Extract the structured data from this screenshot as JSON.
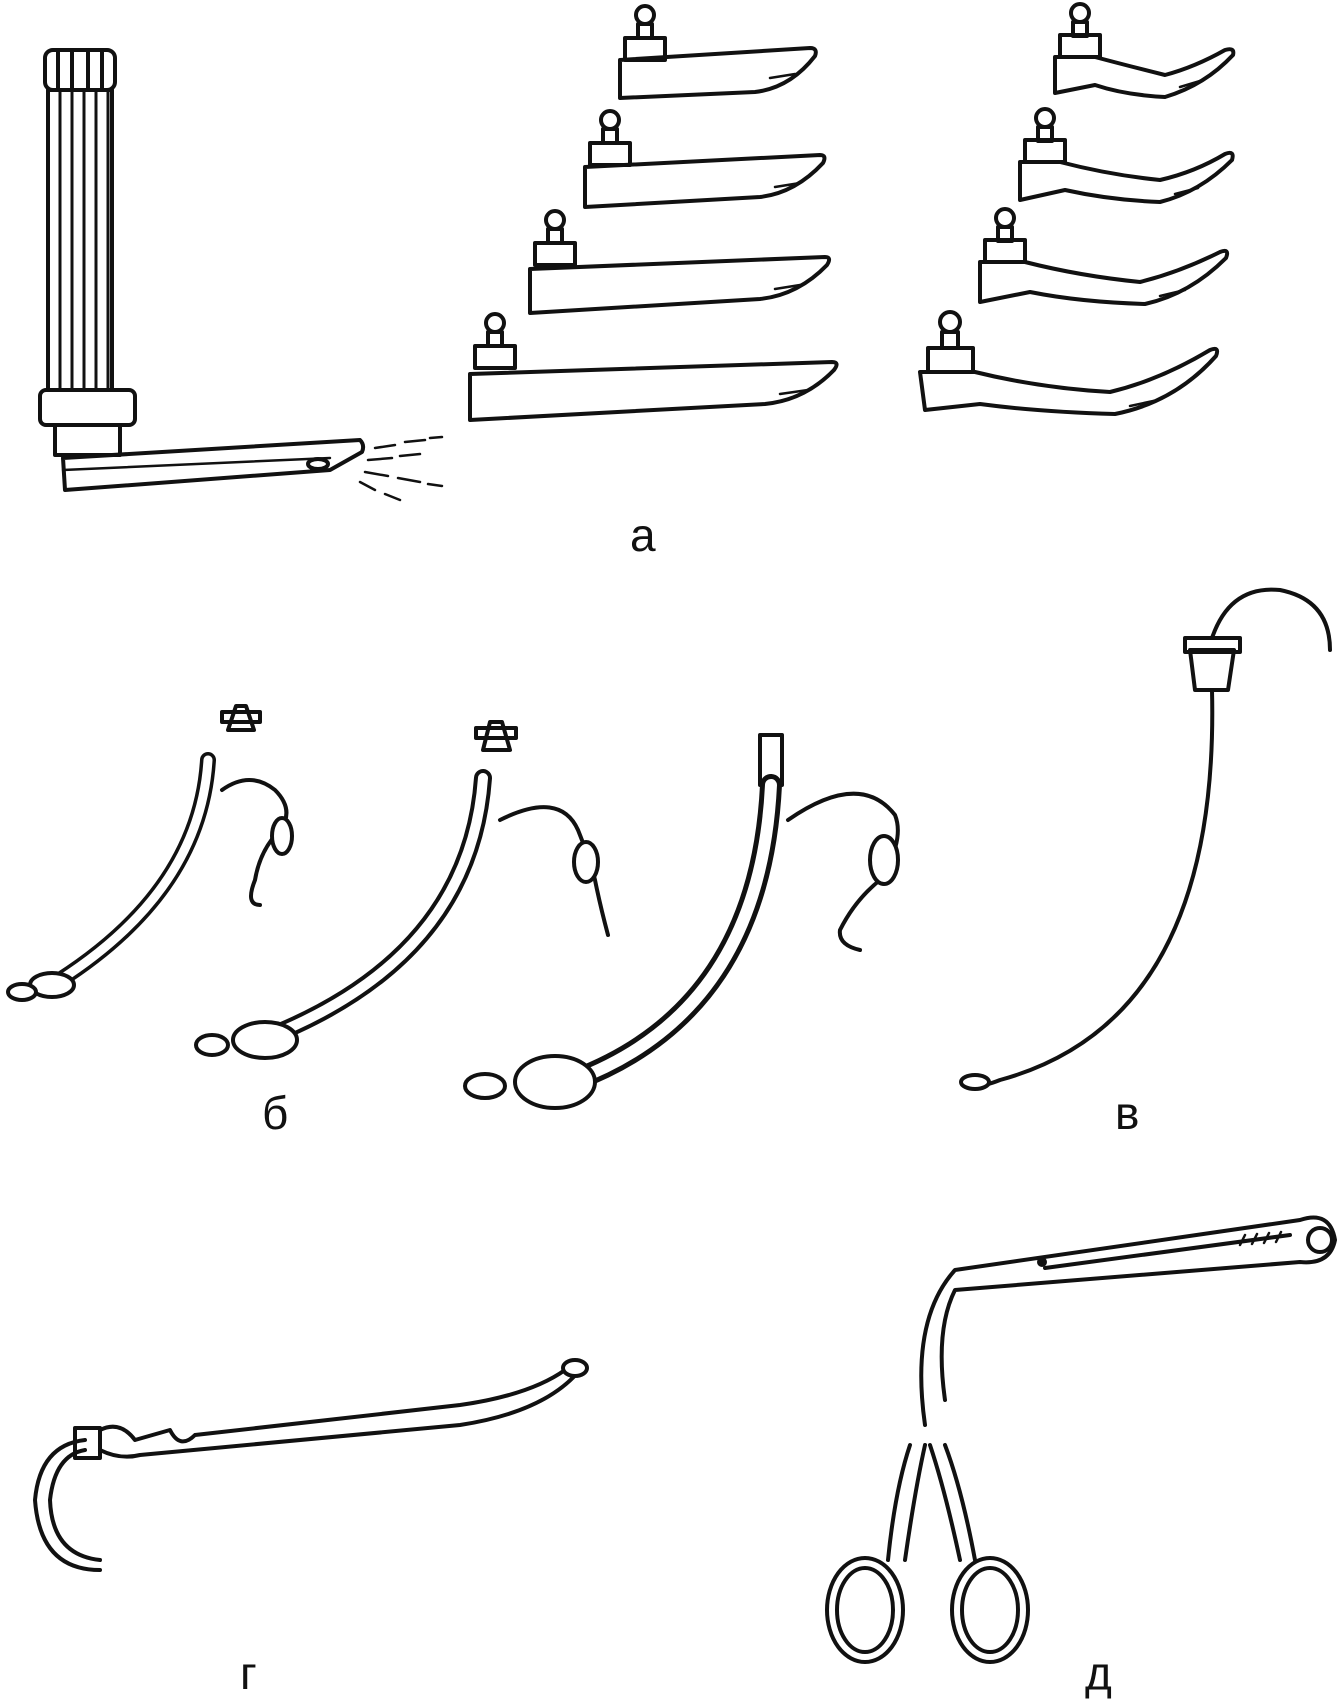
{
  "figure": {
    "labels": {
      "a": "а",
      "b": "б",
      "v": "в",
      "g": "г",
      "d": "д"
    },
    "line_color": "#111111",
    "background": "#ffffff"
  }
}
